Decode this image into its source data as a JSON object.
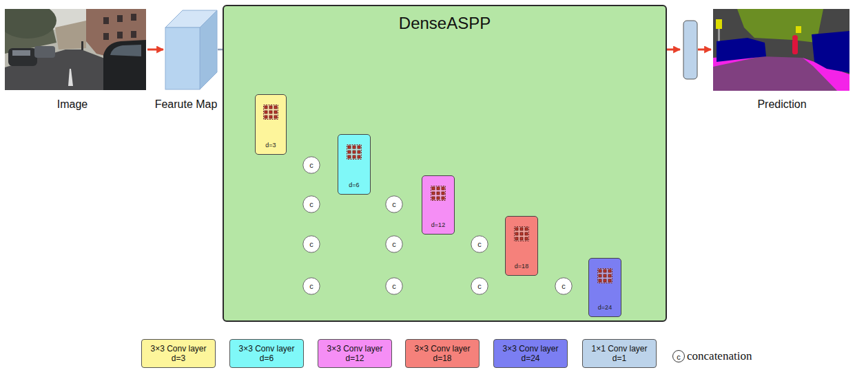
{
  "diagram": {
    "nodes": [
      {
        "text": [
          "DenseASPP"
        ]
      },
      {
        "text": [
          "d=3"
        ],
        "in": 0
      },
      {
        "text": [
          "c"
        ],
        "in": 0
      },
      {
        "text": [
          "d=6"
        ],
        "in": 0
      },
      {
        "text": [
          "c"
        ],
        "in": 0
      },
      {
        "text": [
          "c"
        ],
        "in": 0
      },
      {
        "text": [
          "d=12"
        ],
        "in": 0
      },
      {
        "text": [
          "c"
        ],
        "in": 0
      },
      {
        "text": [
          "c"
        ],
        "in": 0
      },
      {
        "text": [
          "c"
        ],
        "in": 0
      },
      {
        "text": [
          "d=18"
        ],
        "in": 0
      },
      {
        "text": [
          "c"
        ],
        "in": 0
      },
      {
        "text": [
          "c"
        ],
        "in": 0
      },
      {
        "text": [
          "c"
        ],
        "in": 0
      },
      {
        "text": [
          "c"
        ],
        "in": 0
      },
      {
        "text": [
          "d=24"
        ],
        "in": 0
      }
    ],
    "edges": [
      {
        "from": 1,
        "to": 2,
        "arrow": "to"
      },
      {
        "from": 2,
        "to": 3,
        "arrow": "to"
      },
      {
        "from": 2,
        "to": 4,
        "arrow": "to"
      },
      {
        "from": 3,
        "to": 5,
        "arrow": "to"
      },
      {
        "from": 4,
        "to": 5,
        "arrow": "to"
      },
      {
        "from": 4,
        "to": 7,
        "arrow": "to"
      },
      {
        "from": 5,
        "to": 6,
        "arrow": "to"
      },
      {
        "from": 5,
        "to": 8,
        "arrow": "to"
      },
      {
        "from": 6,
        "to": 9,
        "arrow": "to"
      },
      {
        "from": 7,
        "to": 8,
        "arrow": "to"
      },
      {
        "from": 7,
        "to": 11,
        "arrow": "to"
      },
      {
        "from": 8,
        "to": 9,
        "arrow": "to"
      },
      {
        "from": 8,
        "to": 12,
        "arrow": "to"
      },
      {
        "from": 9,
        "to": 10,
        "arrow": "to"
      },
      {
        "from": 9,
        "to": 13,
        "arrow": "to"
      },
      {
        "from": 10,
        "to": 14,
        "arrow": "to"
      },
      {
        "from": 11,
        "to": 12,
        "arrow": "to"
      },
      {
        "from": 12,
        "to": 13,
        "arrow": "to"
      },
      {
        "from": 13,
        "to": 14,
        "arrow": "to"
      },
      {
        "from": 14,
        "to": 15,
        "arrow": "to"
      }
    ],
    "labels": [
      "Image",
      "Fearute Map",
      "Prediction",
      "c"
    ],
    "legend": [
      {
        "text": "3×3 Conv layer d=3",
        "color": "#fdf59b"
      },
      {
        "text": "3×3 Conv layer d=6",
        "color": "#7ff8f8"
      },
      {
        "text": "3×3 Conv layer d=12",
        "color": "#f58ef5"
      },
      {
        "text": "3×3 Conv layer d=18",
        "color": "#f5817b"
      },
      {
        "text": "3×3 Conv layer d=24",
        "color": "#7b7ef2"
      },
      {
        "text": "1×1 Conv layer d=1",
        "color": "#bcd3ea"
      },
      {
        "text": "concatenation"
      }
    ]
  }
}
